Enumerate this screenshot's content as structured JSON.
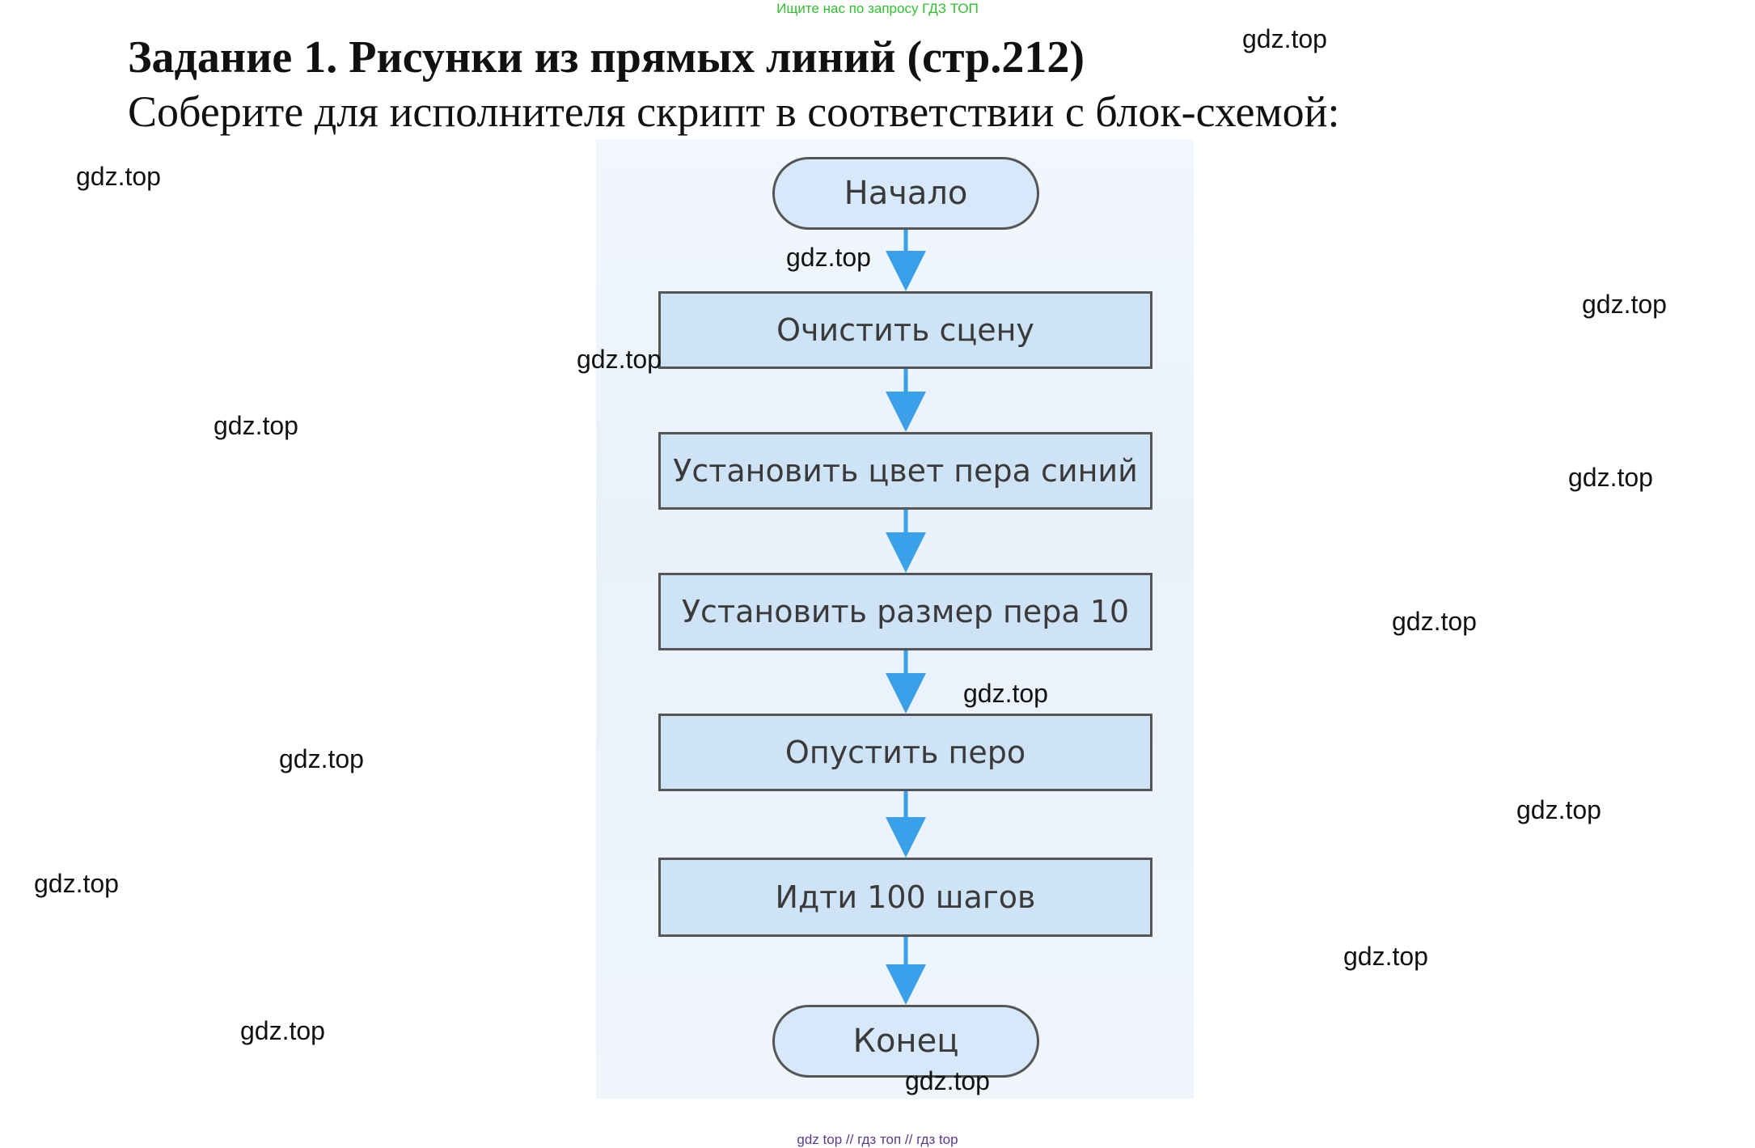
{
  "banner": "Ищите нас по запросу ГДЗ ТОП",
  "title": "Задание 1. Рисунки из прямых линий (стр.212)",
  "subtitle": "Соберите для исполнителя скрипт в соответствии с блок-схемой:",
  "flowchart": {
    "start": "Начало",
    "steps": [
      "Очистить сцену",
      "Установить цвет пера синий",
      "Установить размер пера 10",
      "Опустить перо",
      "Идти 100 шагов"
    ],
    "end": "Конец",
    "arrow_color": "#3aa0ea"
  },
  "watermark": "gdz.top",
  "footer": "gdz top  //  гдз топ  //  гдз top"
}
